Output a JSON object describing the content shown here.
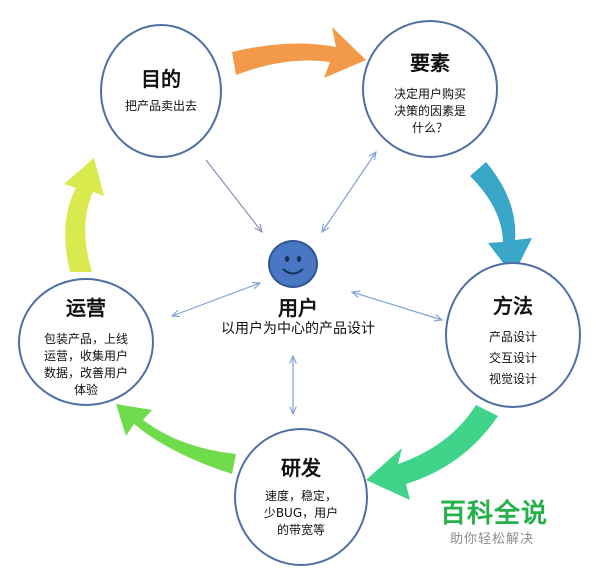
{
  "center": {
    "title": "用户",
    "subtitle": "以用户为中心的产品设计"
  },
  "nodes": {
    "goal": {
      "title": "目的",
      "lines": [
        "把产品卖出去"
      ]
    },
    "factor": {
      "title": "要素",
      "lines": [
        "决定用户购买",
        "决策的因素是",
        "什么？"
      ]
    },
    "method": {
      "title": "方法",
      "lines": [
        "产品设计",
        "交互设计",
        "视觉设计"
      ]
    },
    "dev": {
      "title": "研发",
      "lines": [
        "速度，稳定，",
        "少BUG，用户",
        "的带宽等"
      ]
    },
    "ops": {
      "title": "运营",
      "lines": [
        "包装产品，上线",
        "运营，收集用户",
        "数据，改善用户",
        "体验"
      ]
    }
  },
  "watermark": {
    "main": "百科全说",
    "sub": "助你轻松解决"
  },
  "colors": {
    "node_border": "#4f6fa4",
    "arrow_goal_to_factor": "#f29a4a",
    "arrow_factor_to_method": "#3aa7c9",
    "arrow_method_to_dev": "#3fd48a",
    "arrow_dev_to_ops": "#6fdc4c",
    "arrow_ops_to_goal": "#d8ea4e",
    "connector": "#7fa3d6",
    "user_icon": "#4a77c4",
    "watermark": "#26b04a"
  }
}
